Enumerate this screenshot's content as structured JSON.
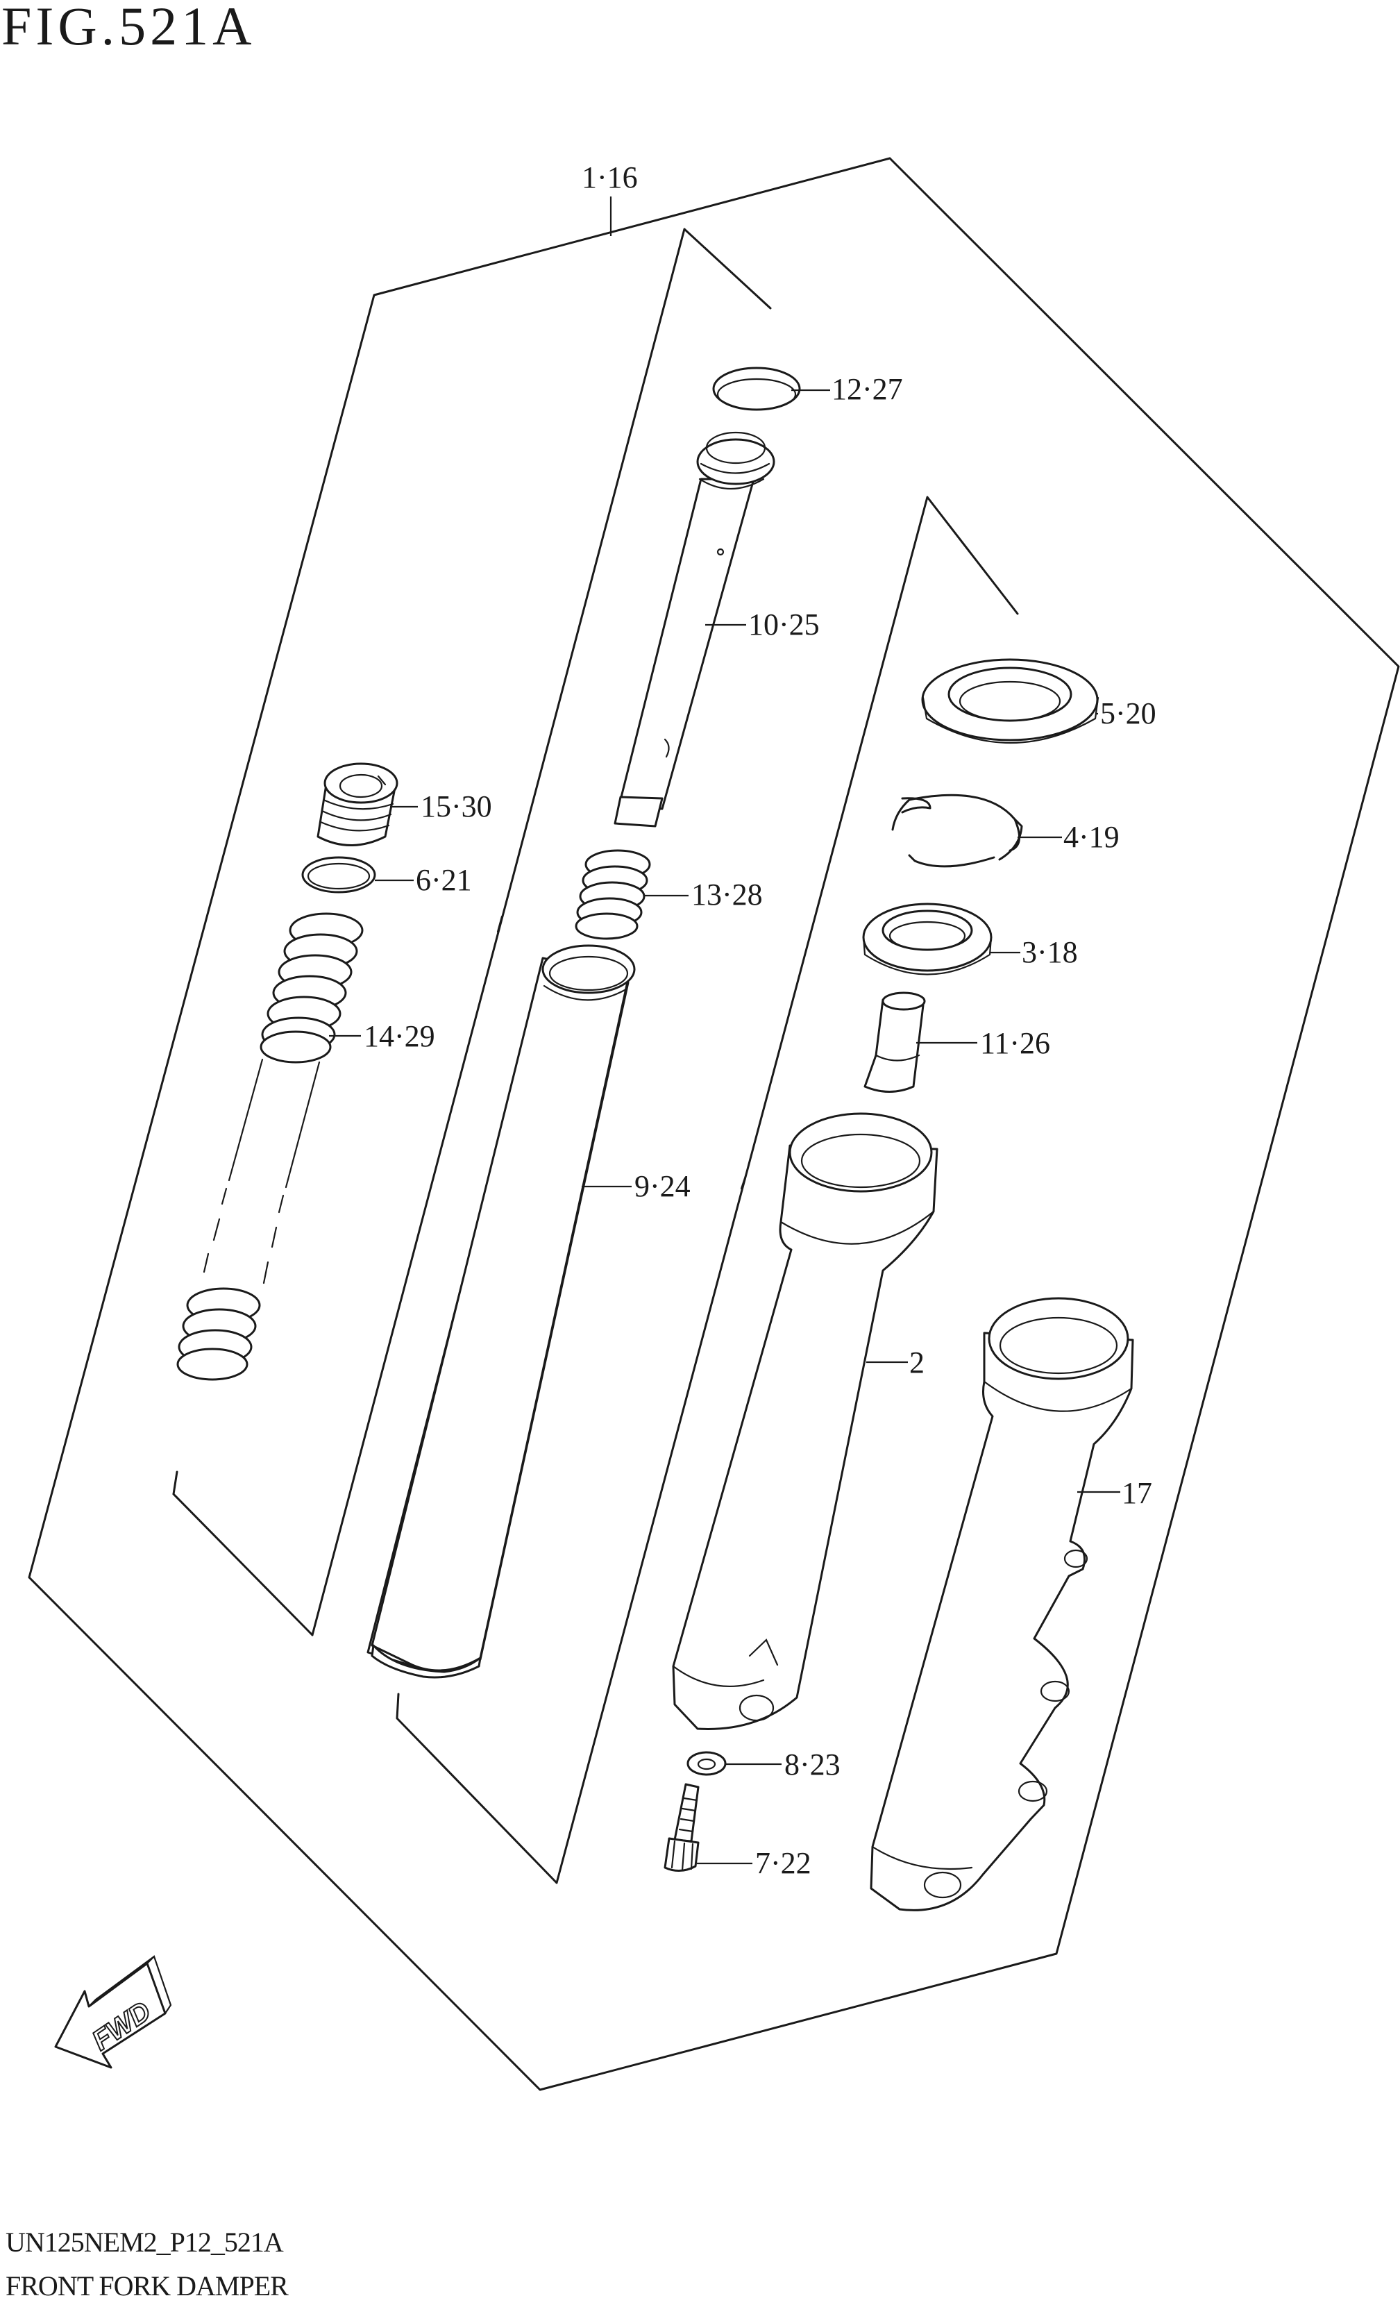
{
  "figure": {
    "title": "FIG.521A",
    "code": "UN125NEM2_P12_521A",
    "name": "FRONT FORK DAMPER",
    "fwd_label": "FWD"
  },
  "callouts": [
    {
      "id": "c-1-16",
      "label": "1·16"
    },
    {
      "id": "c-12-27",
      "label": "12·27"
    },
    {
      "id": "c-10-25",
      "label": "10·25"
    },
    {
      "id": "c-5-20",
      "label": "5·20"
    },
    {
      "id": "c-4-19",
      "label": "4·19"
    },
    {
      "id": "c-15-30",
      "label": "15·30"
    },
    {
      "id": "c-6-21",
      "label": "6·21"
    },
    {
      "id": "c-13-28",
      "label": "13·28"
    },
    {
      "id": "c-3-18",
      "label": "3·18"
    },
    {
      "id": "c-11-26",
      "label": "11·26"
    },
    {
      "id": "c-14-29",
      "label": "14·29"
    },
    {
      "id": "c-9-24",
      "label": "9·24"
    },
    {
      "id": "c-2",
      "label": "2"
    },
    {
      "id": "c-17",
      "label": "17"
    },
    {
      "id": "c-8-23",
      "label": "8·23"
    },
    {
      "id": "c-7-22",
      "label": "7·22"
    }
  ]
}
